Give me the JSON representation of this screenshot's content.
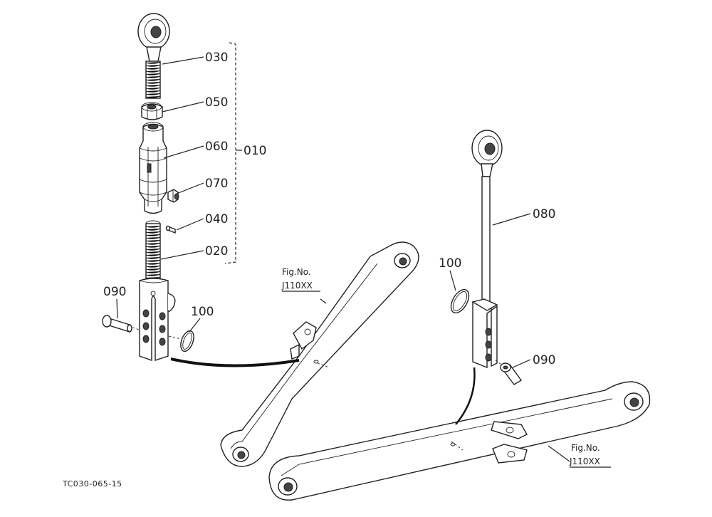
{
  "callouts": {
    "p030": "030",
    "p050": "050",
    "p060": "060",
    "p070": "070",
    "p040": "040",
    "p020": "020",
    "p010": "010",
    "p090_left": "090",
    "p100_left": "100",
    "p080": "080",
    "p100_right": "100",
    "p090_right": "090"
  },
  "figure_refs": {
    "upper": {
      "line1": "Fig.No.",
      "line2": "J110XX"
    },
    "lower": {
      "line1": "Fig.No.",
      "line2": "J110XX"
    }
  },
  "drawing_code": "TC030-065-15"
}
